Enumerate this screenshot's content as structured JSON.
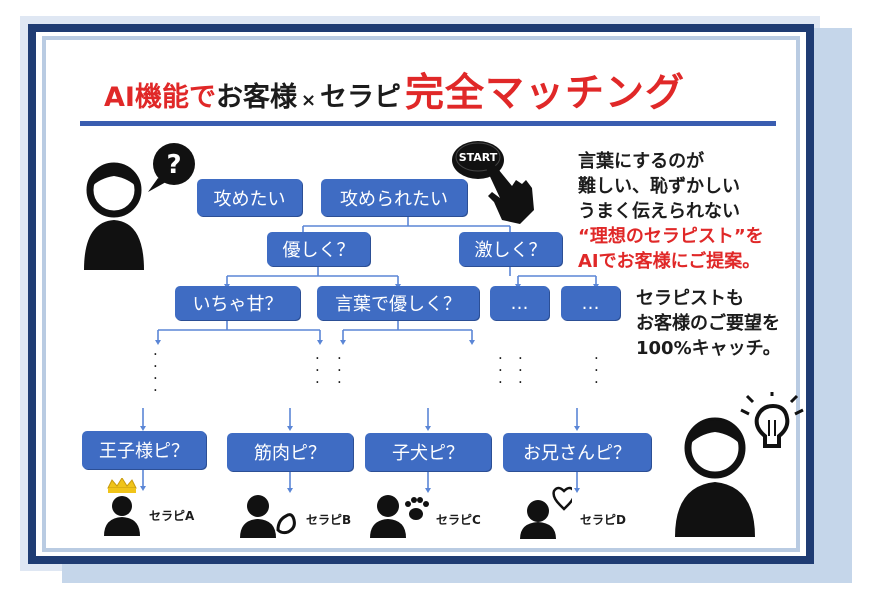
{
  "title": {
    "part1": "AI機能で",
    "part2": "お客様",
    "cross": "×",
    "part3": "セラピ",
    "part4": "完全マッチング"
  },
  "icons": {
    "start_button": "START",
    "question_mark": "?"
  },
  "flow": {
    "level1": [
      "攻めたい",
      "攻められたい"
    ],
    "level2": [
      "優しく？",
      "激しく？"
    ],
    "level3": [
      "いちゃ甘？",
      "言葉で優しく？",
      "…",
      "…"
    ],
    "results": [
      "王子様ピ？",
      "筋肉ピ？",
      "子犬ピ？",
      "お兄さんピ？"
    ]
  },
  "therapists": [
    "セラピA",
    "セラピB",
    "セラピC",
    "セラピD"
  ],
  "note_top": {
    "line1": "言葉にするのが",
    "line2": "難しい、恥ずかしい",
    "line3": "うまく伝えられない",
    "line4": "“理想のセラピスト”を",
    "line5": "AIでお客様にご提案。"
  },
  "note_bottom": {
    "line1": "セラピストも",
    "line2": "お客様のご要望を",
    "line3": "100%キャッチ。"
  },
  "colors": {
    "node": "#3f6cc3",
    "accent_red": "#e02828",
    "frame_navy": "#1f3c73",
    "rule_blue": "#3a5db0",
    "connector": "#5b86d6",
    "crown": "#f0c419"
  }
}
